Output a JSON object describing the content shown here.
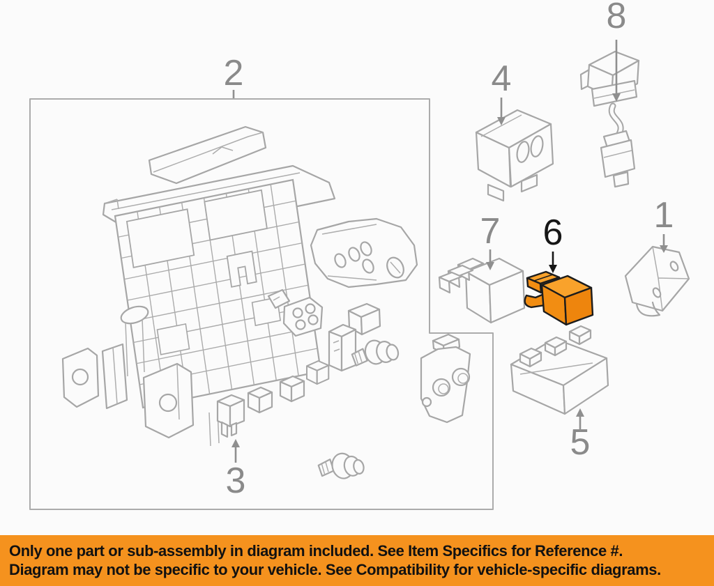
{
  "diagram": {
    "type": "exploded-parts-diagram",
    "highlighted_part_number": "6",
    "callouts": [
      {
        "number": "1",
        "highlighted": false
      },
      {
        "number": "2",
        "highlighted": false
      },
      {
        "number": "3",
        "highlighted": false
      },
      {
        "number": "4",
        "highlighted": false
      },
      {
        "number": "5",
        "highlighted": false
      },
      {
        "number": "6",
        "highlighted": true
      },
      {
        "number": "7",
        "highlighted": false
      },
      {
        "number": "8",
        "highlighted": false
      }
    ]
  },
  "banner": {
    "line1": "Only one part or sub-assembly in diagram included. See Item Specifics for Reference #.",
    "line2": "Diagram may not be specific to your vehicle. See Compatibility for vehicle-specific diagrams."
  },
  "colors": {
    "banner_background": "#f5921e",
    "banner_text": "#111111",
    "highlight_fill": "#f6921e",
    "line_art": "#a6a6a6",
    "callout_text": "#8a8a8a",
    "highlight_callout_text": "#161616"
  }
}
